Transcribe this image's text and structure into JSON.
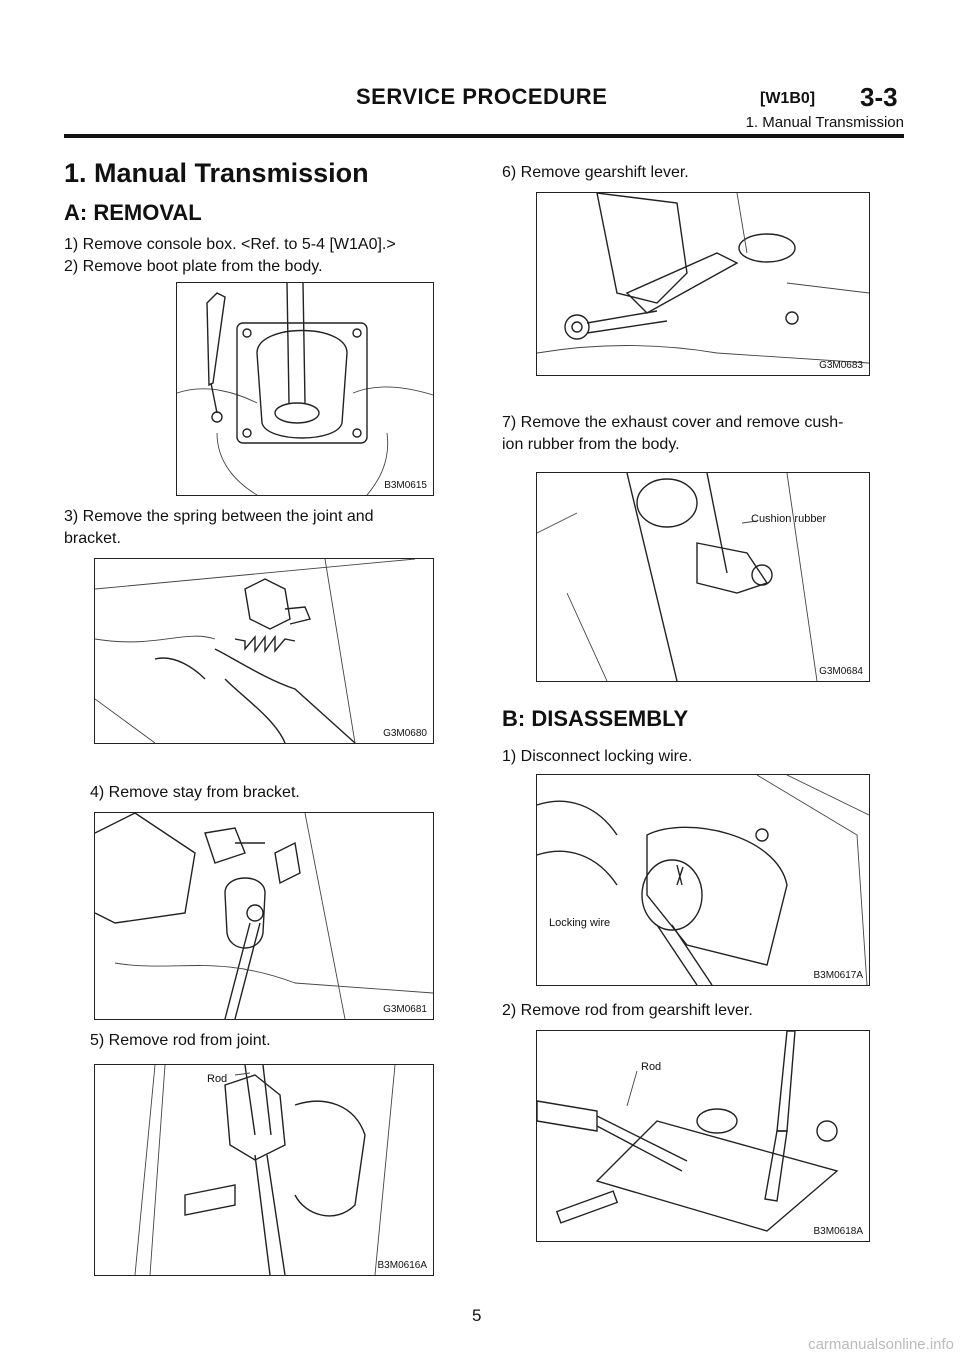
{
  "header": {
    "title": "SERVICE PROCEDURE",
    "code": "[W1B0]",
    "section": "3-3",
    "subtitle": "1. Manual Transmission"
  },
  "main_heading": "1. Manual Transmission",
  "sections": {
    "removal": {
      "heading": "A: REMOVAL",
      "steps": [
        "1) Remove console box. <Ref. to 5-4 [W1A0].>",
        "2) Remove boot plate from the body.",
        "3) Remove the spring between the joint and",
        "bracket.",
        "4) Remove stay from bracket.",
        "5) Remove rod from joint.",
        "6) Remove gearshift lever.",
        "7) Remove the exhaust cover and remove cush-",
        "ion rubber from the body."
      ]
    },
    "disassembly": {
      "heading": "B: DISASSEMBLY",
      "steps": [
        "1) Disconnect locking wire.",
        "2) Remove rod from gearshift lever."
      ]
    }
  },
  "figures": [
    {
      "code": "B3M0615"
    },
    {
      "code": "G3M0680"
    },
    {
      "code": "G3M0681"
    },
    {
      "code": "B3M0616A",
      "label": "Rod"
    },
    {
      "code": "G3M0683"
    },
    {
      "code": "G3M0684",
      "label": "Cushion rubber"
    },
    {
      "code": "B3M0617A",
      "label": "Locking wire"
    },
    {
      "code": "B3M0618A",
      "label": "Rod"
    }
  ],
  "page_number": "5",
  "watermark": "carmanualsonline.info"
}
